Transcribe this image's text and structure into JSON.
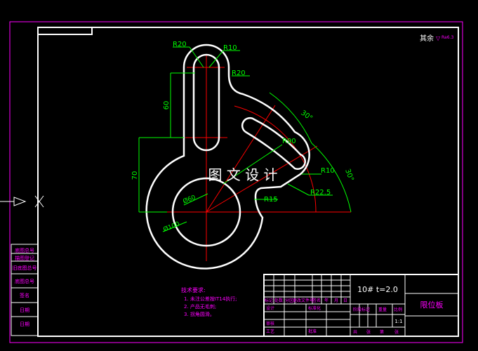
{
  "colors": {
    "background": "#000000",
    "border": "#ffffff",
    "outer_frame": "#ff00ff",
    "part_outline": "#ffffff",
    "center_line": "#ff0000",
    "dimension": "#00ff00",
    "side_labels": "#ff00ff",
    "notes": "#ff00ff",
    "title_values": "#ffffff",
    "title_labels": "#ff00ff",
    "title_grid": "#ffffff",
    "watermark": "#ffffff"
  },
  "surface_finish": {
    "prefix": "其余",
    "symbol": "▽",
    "value": "Ra6.3"
  },
  "dimensions": {
    "r20_top": "R20",
    "r10_top": "R10",
    "r20_right": "R20",
    "len_60": "60",
    "len_70": "70",
    "ang_30_inner": "30°",
    "ang_30_outer": "30°",
    "r90": "R90",
    "r10_right": "R10",
    "r22_5": "R22.5",
    "r15": "R15",
    "d60": "Ø60",
    "d100": "Ø100"
  },
  "watermark": "图 文 设 计",
  "side_labels": [
    "底图总号",
    "描图登记",
    "旧底图总号",
    "底图总号",
    "签名",
    "日期",
    "日期"
  ],
  "notes": {
    "title": "技术要求:",
    "items": [
      "1. 未注公差按IT14执行;",
      "2. 产品无毛刺;",
      "3. 拐角圆滑。"
    ]
  },
  "title_block": {
    "material": "10#  t=2.0",
    "part_name": "限位板",
    "revision_headers": [
      "标记",
      "处数",
      "分区",
      "更改文件号",
      "签名",
      "年",
      "月",
      "日"
    ],
    "approval_labels": [
      "设计",
      "审核",
      "工艺"
    ],
    "standardization_labels": [
      "标准化",
      "批准"
    ],
    "mid_labels": [
      "阶段标记",
      "重量",
      "比例"
    ],
    "scale": "1:1",
    "sheet_labels": [
      "共",
      "张",
      "第",
      "张"
    ]
  }
}
